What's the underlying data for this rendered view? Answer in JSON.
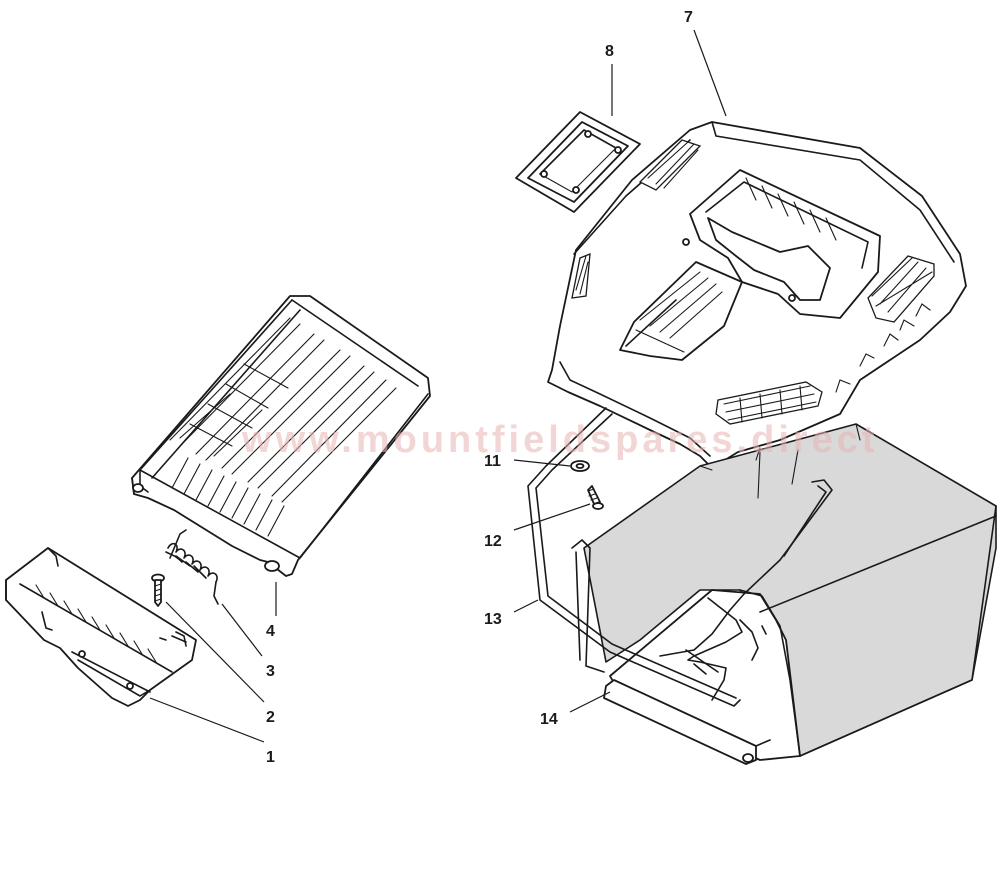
{
  "watermark": "www.mountfieldspares.direct",
  "callouts": {
    "p1": "1",
    "p2": "2",
    "p3": "3",
    "p4": "4",
    "p7": "7",
    "p8": "8",
    "p11": "11",
    "p12": "12",
    "p13": "13",
    "p14": "14"
  },
  "colors": {
    "line": "#1a1a1a",
    "bag_fill": "#d9d9d9",
    "watermark": "#e9b3b3"
  }
}
